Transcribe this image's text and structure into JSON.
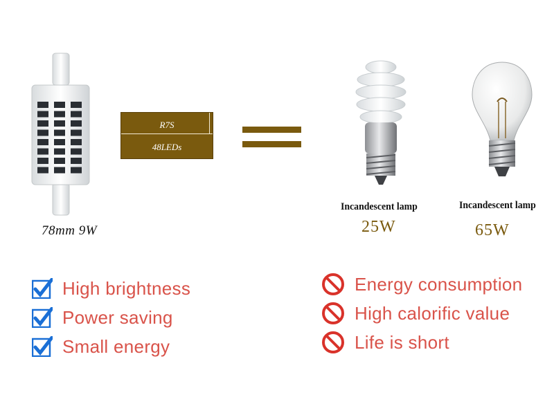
{
  "led": {
    "spec_label": "78mm 9W",
    "badge_line1": "R7S",
    "badge_line2": "48LEDs"
  },
  "lamps": [
    {
      "name": "Incandescent lamp",
      "watt": "25W",
      "icon": "cfl-spiral-bulb-icon"
    },
    {
      "name": "Incandescent lamp",
      "watt": "65W",
      "icon": "incandescent-bulb-icon"
    }
  ],
  "advantages": [
    {
      "text": "High brightness",
      "icon": "checkbox-checked-icon"
    },
    {
      "text": "Power saving",
      "icon": "checkbox-checked-icon"
    },
    {
      "text": "Small energy",
      "icon": "checkbox-checked-icon"
    }
  ],
  "disadvantages": [
    {
      "text": "Energy consumption",
      "icon": "prohibited-icon"
    },
    {
      "text": "High calorific value",
      "icon": "prohibited-icon"
    },
    {
      "text": "Life is short",
      "icon": "prohibited-icon"
    }
  ],
  "colors": {
    "brown": "#7a5a0e",
    "text_red": "#d9534a",
    "check_blue": "#1a6fd6",
    "prohibit_red": "#d9322a"
  }
}
